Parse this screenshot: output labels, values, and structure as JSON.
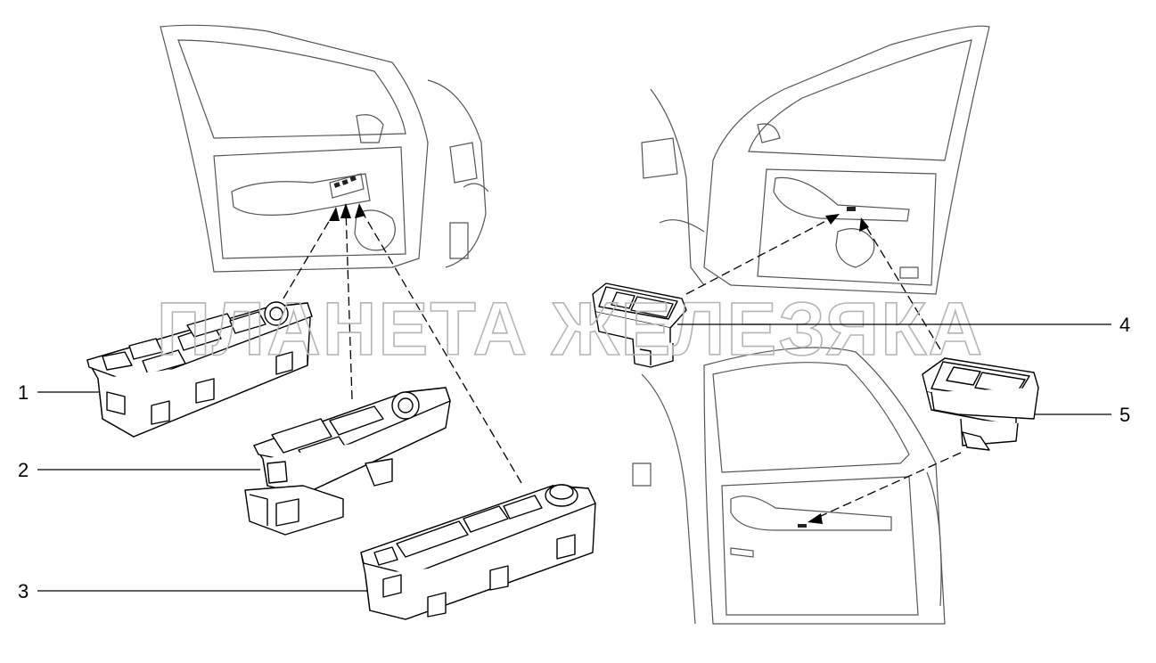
{
  "watermark": "ПЛАНЕТА ЖЕЛЕЗЯКА",
  "callouts": [
    {
      "id": "1",
      "label": "1"
    },
    {
      "id": "2",
      "label": "2"
    },
    {
      "id": "3",
      "label": "3"
    },
    {
      "id": "4",
      "label": "4"
    },
    {
      "id": "5",
      "label": "5"
    }
  ],
  "colors": {
    "line": "#000000",
    "door_line": "#555555",
    "watermark": "#b5b5b5"
  }
}
